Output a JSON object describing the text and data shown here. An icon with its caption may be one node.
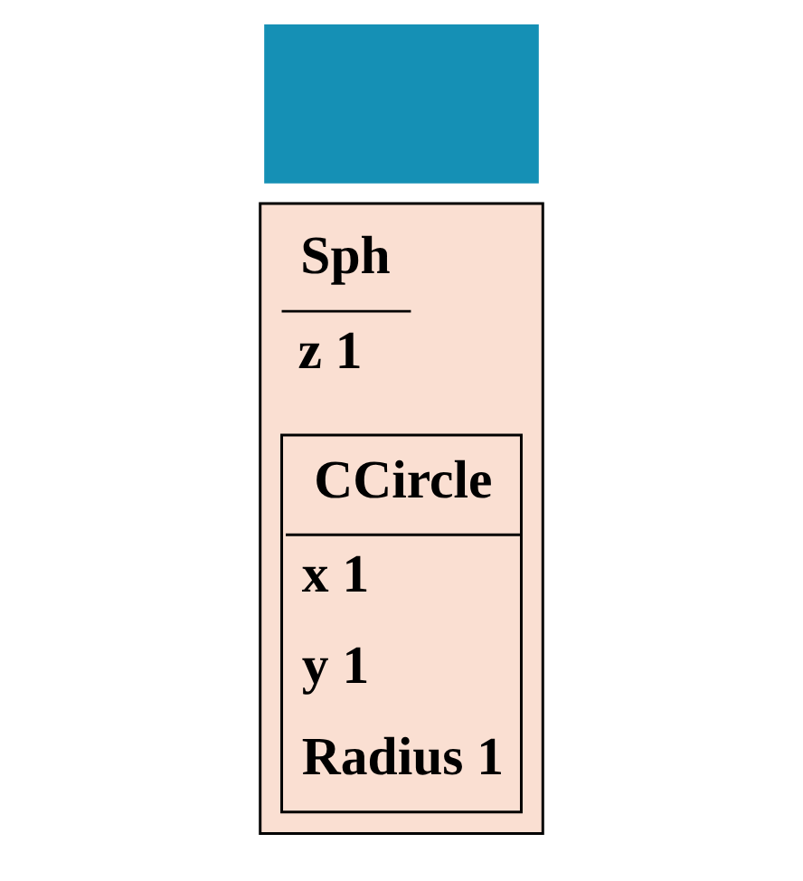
{
  "diagram": {
    "nodes": [
      {
        "text": [
          "Sph",
          "z 1"
        ]
      },
      {
        "text": [
          "CCircle",
          "x 1",
          "y 1",
          "Radius 1"
        ],
        "in": 0
      },
      {
        "text": [],
        "shape": "bar"
      }
    ]
  }
}
